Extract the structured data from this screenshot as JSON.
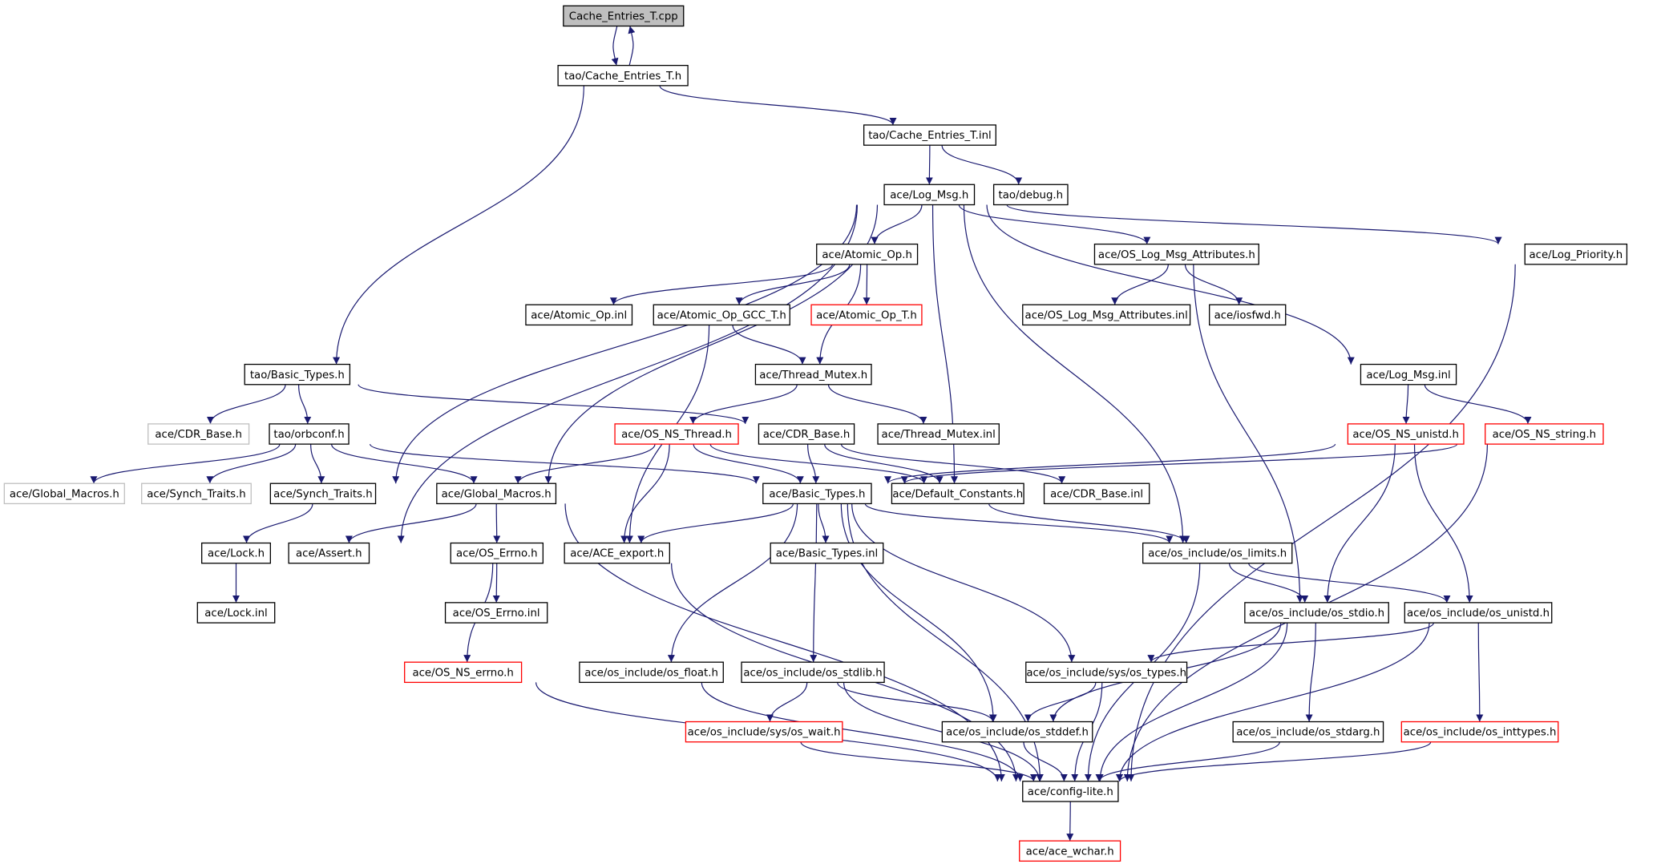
{
  "colors": {
    "edge": "#191970",
    "border_normal": "#000000",
    "border_truncated": "#ff0000",
    "border_external": "#bfbfbf",
    "fill_root": "#bfbfbf",
    "fill_normal": "#ffffff",
    "text": "#000000"
  },
  "nodes": [
    {
      "id": "root",
      "label": "Cache_Entries_T.cpp",
      "kind": "root"
    },
    {
      "id": "tao_cache_h",
      "label": "tao/Cache_Entries_T.h",
      "kind": "normal"
    },
    {
      "id": "tao_cache_inl",
      "label": "tao/Cache_Entries_T.inl",
      "kind": "normal"
    },
    {
      "id": "log_msg_h",
      "label": "ace/Log_Msg.h",
      "kind": "normal"
    },
    {
      "id": "tao_debug",
      "label": "tao/debug.h",
      "kind": "normal"
    },
    {
      "id": "atomic_op_h",
      "label": "ace/Atomic_Op.h",
      "kind": "normal"
    },
    {
      "id": "os_log_attr_h",
      "label": "ace/OS_Log_Msg_Attributes.h",
      "kind": "normal"
    },
    {
      "id": "log_priority",
      "label": "ace/Log_Priority.h",
      "kind": "normal"
    },
    {
      "id": "atomic_op_inl",
      "label": "ace/Atomic_Op.inl",
      "kind": "normal"
    },
    {
      "id": "atomic_gcc",
      "label": "ace/Atomic_Op_GCC_T.h",
      "kind": "normal"
    },
    {
      "id": "atomic_t",
      "label": "ace/Atomic_Op_T.h",
      "kind": "truncated"
    },
    {
      "id": "os_log_attr_inl",
      "label": "ace/OS_Log_Msg_Attributes.inl",
      "kind": "normal"
    },
    {
      "id": "iosfwd",
      "label": "ace/iosfwd.h",
      "kind": "normal"
    },
    {
      "id": "tao_basic_types",
      "label": "tao/Basic_Types.h",
      "kind": "normal"
    },
    {
      "id": "thread_mutex_h",
      "label": "ace/Thread_Mutex.h",
      "kind": "normal"
    },
    {
      "id": "log_msg_inl",
      "label": "ace/Log_Msg.inl",
      "kind": "normal"
    },
    {
      "id": "cdr_base_ext",
      "label": "ace/CDR_Base.h",
      "kind": "external"
    },
    {
      "id": "tao_orbconf",
      "label": "tao/orbconf.h",
      "kind": "normal"
    },
    {
      "id": "os_ns_thread",
      "label": "ace/OS_NS_Thread.h",
      "kind": "truncated"
    },
    {
      "id": "cdr_base_h",
      "label": "ace/CDR_Base.h",
      "kind": "normal"
    },
    {
      "id": "thread_mutex_inl",
      "label": "ace/Thread_Mutex.inl",
      "kind": "normal"
    },
    {
      "id": "os_ns_unistd",
      "label": "ace/OS_NS_unistd.h",
      "kind": "truncated"
    },
    {
      "id": "os_ns_string",
      "label": "ace/OS_NS_string.h",
      "kind": "truncated"
    },
    {
      "id": "global_macros_ext",
      "label": "ace/Global_Macros.h",
      "kind": "external"
    },
    {
      "id": "synch_traits_ext",
      "label": "ace/Synch_Traits.h",
      "kind": "external"
    },
    {
      "id": "synch_traits_h",
      "label": "ace/Synch_Traits.h",
      "kind": "normal"
    },
    {
      "id": "global_macros_h",
      "label": "ace/Global_Macros.h",
      "kind": "normal"
    },
    {
      "id": "basic_types_h",
      "label": "ace/Basic_Types.h",
      "kind": "normal"
    },
    {
      "id": "default_constants",
      "label": "ace/Default_Constants.h",
      "kind": "normal"
    },
    {
      "id": "cdr_base_inl",
      "label": "ace/CDR_Base.inl",
      "kind": "normal"
    },
    {
      "id": "lock_h",
      "label": "ace/Lock.h",
      "kind": "normal"
    },
    {
      "id": "assert_h",
      "label": "ace/Assert.h",
      "kind": "normal"
    },
    {
      "id": "os_errno_h",
      "label": "ace/OS_Errno.h",
      "kind": "normal"
    },
    {
      "id": "ace_export",
      "label": "ace/ACE_export.h",
      "kind": "normal"
    },
    {
      "id": "basic_types_inl",
      "label": "ace/Basic_Types.inl",
      "kind": "normal"
    },
    {
      "id": "os_limits",
      "label": "ace/os_include/os_limits.h",
      "kind": "normal"
    },
    {
      "id": "lock_inl",
      "label": "ace/Lock.inl",
      "kind": "normal"
    },
    {
      "id": "os_errno_inl",
      "label": "ace/OS_Errno.inl",
      "kind": "normal"
    },
    {
      "id": "os_stdio",
      "label": "ace/os_include/os_stdio.h",
      "kind": "normal"
    },
    {
      "id": "os_unistd",
      "label": "ace/os_include/os_unistd.h",
      "kind": "normal"
    },
    {
      "id": "os_ns_errno",
      "label": "ace/OS_NS_errno.h",
      "kind": "truncated"
    },
    {
      "id": "os_float",
      "label": "ace/os_include/os_float.h",
      "kind": "normal"
    },
    {
      "id": "os_stdlib",
      "label": "ace/os_include/os_stdlib.h",
      "kind": "normal"
    },
    {
      "id": "os_sys_types",
      "label": "ace/os_include/sys/os_types.h",
      "kind": "normal"
    },
    {
      "id": "os_sys_wait",
      "label": "ace/os_include/sys/os_wait.h",
      "kind": "truncated"
    },
    {
      "id": "os_stddef",
      "label": "ace/os_include/os_stddef.h",
      "kind": "normal"
    },
    {
      "id": "os_stdarg",
      "label": "ace/os_include/os_stdarg.h",
      "kind": "normal"
    },
    {
      "id": "os_inttypes",
      "label": "ace/os_include/os_inttypes.h",
      "kind": "truncated"
    },
    {
      "id": "config_lite",
      "label": "ace/config-lite.h",
      "kind": "normal"
    },
    {
      "id": "ace_wchar",
      "label": "ace/ace_wchar.h",
      "kind": "truncated"
    }
  ],
  "edges": [
    [
      "root",
      "tao_cache_h"
    ],
    [
      "tao_cache_h",
      "root"
    ],
    [
      "tao_cache_h",
      "tao_cache_inl"
    ],
    [
      "tao_cache_h",
      "tao_basic_types"
    ],
    [
      "tao_cache_inl",
      "log_msg_h"
    ],
    [
      "tao_cache_inl",
      "tao_debug"
    ],
    [
      "log_msg_h",
      "atomic_op_h"
    ],
    [
      "log_msg_h",
      "os_log_attr_h"
    ],
    [
      "log_msg_h",
      "log_priority"
    ],
    [
      "log_msg_h",
      "log_msg_inl"
    ],
    [
      "log_msg_h",
      "default_constants"
    ],
    [
      "log_msg_h",
      "global_macros_h"
    ],
    [
      "log_msg_h",
      "synch_traits_h"
    ],
    [
      "log_msg_h",
      "assert_h"
    ],
    [
      "log_msg_h",
      "os_limits"
    ],
    [
      "atomic_op_h",
      "atomic_op_inl"
    ],
    [
      "atomic_op_h",
      "atomic_gcc"
    ],
    [
      "atomic_op_h",
      "atomic_t"
    ],
    [
      "atomic_op_h",
      "thread_mutex_h"
    ],
    [
      "atomic_gcc",
      "thread_mutex_h"
    ],
    [
      "atomic_gcc",
      "ace_export"
    ],
    [
      "os_log_attr_h",
      "os_log_attr_inl"
    ],
    [
      "os_log_attr_h",
      "iosfwd"
    ],
    [
      "os_log_attr_h",
      "os_stdio"
    ],
    [
      "log_priority",
      "config_lite"
    ],
    [
      "tao_basic_types",
      "cdr_base_ext"
    ],
    [
      "tao_basic_types",
      "tao_orbconf"
    ],
    [
      "tao_basic_types",
      "cdr_base_h"
    ],
    [
      "thread_mutex_h",
      "os_ns_thread"
    ],
    [
      "thread_mutex_h",
      "thread_mutex_inl"
    ],
    [
      "log_msg_inl",
      "os_ns_unistd"
    ],
    [
      "log_msg_inl",
      "os_ns_string"
    ],
    [
      "tao_orbconf",
      "global_macros_ext"
    ],
    [
      "tao_orbconf",
      "synch_traits_ext"
    ],
    [
      "tao_orbconf",
      "synch_traits_h"
    ],
    [
      "tao_orbconf",
      "global_macros_h"
    ],
    [
      "tao_orbconf",
      "basic_types_h"
    ],
    [
      "os_ns_thread",
      "global_macros_h"
    ],
    [
      "os_ns_thread",
      "basic_types_h"
    ],
    [
      "os_ns_thread",
      "ace_export"
    ],
    [
      "os_ns_thread",
      "default_constants"
    ],
    [
      "cdr_base_h",
      "basic_types_h"
    ],
    [
      "cdr_base_h",
      "default_constants"
    ],
    [
      "cdr_base_h",
      "cdr_base_inl"
    ],
    [
      "os_ns_unistd",
      "basic_types_h"
    ],
    [
      "os_ns_unistd",
      "os_stdio"
    ],
    [
      "os_ns_unistd",
      "os_unistd"
    ],
    [
      "os_ns_string",
      "basic_types_h"
    ],
    [
      "os_ns_string",
      "config_lite"
    ],
    [
      "synch_traits_h",
      "lock_h"
    ],
    [
      "lock_h",
      "lock_inl"
    ],
    [
      "global_macros_h",
      "assert_h"
    ],
    [
      "global_macros_h",
      "os_errno_h"
    ],
    [
      "global_macros_h",
      "config_lite"
    ],
    [
      "basic_types_h",
      "ace_export"
    ],
    [
      "basic_types_h",
      "basic_types_inl"
    ],
    [
      "basic_types_h",
      "os_limits"
    ],
    [
      "basic_types_h",
      "os_float"
    ],
    [
      "basic_types_h",
      "os_stdlib"
    ],
    [
      "basic_types_h",
      "os_sys_types"
    ],
    [
      "basic_types_h",
      "os_stddef"
    ],
    [
      "basic_types_h",
      "config_lite"
    ],
    [
      "default_constants",
      "os_limits"
    ],
    [
      "os_errno_h",
      "os_errno_inl"
    ],
    [
      "os_errno_h",
      "os_ns_errno"
    ],
    [
      "os_ns_errno",
      "config_lite"
    ],
    [
      "ace_export",
      "config_lite"
    ],
    [
      "os_limits",
      "os_stdio"
    ],
    [
      "os_limits",
      "os_unistd"
    ],
    [
      "os_limits",
      "config_lite"
    ],
    [
      "os_stdio",
      "os_stddef"
    ],
    [
      "os_stdio",
      "os_stdarg"
    ],
    [
      "os_stdio",
      "config_lite"
    ],
    [
      "os_unistd",
      "os_sys_types"
    ],
    [
      "os_unistd",
      "os_inttypes"
    ],
    [
      "os_unistd",
      "config_lite"
    ],
    [
      "os_float",
      "config_lite"
    ],
    [
      "os_stdlib",
      "os_sys_wait"
    ],
    [
      "os_stdlib",
      "os_stddef"
    ],
    [
      "os_stdlib",
      "config_lite"
    ],
    [
      "os_sys_types",
      "os_stddef"
    ],
    [
      "os_sys_types",
      "config_lite"
    ],
    [
      "os_sys_wait",
      "config_lite"
    ],
    [
      "os_stddef",
      "config_lite"
    ],
    [
      "os_stdarg",
      "config_lite"
    ],
    [
      "os_inttypes",
      "config_lite"
    ],
    [
      "config_lite",
      "ace_wchar"
    ]
  ]
}
